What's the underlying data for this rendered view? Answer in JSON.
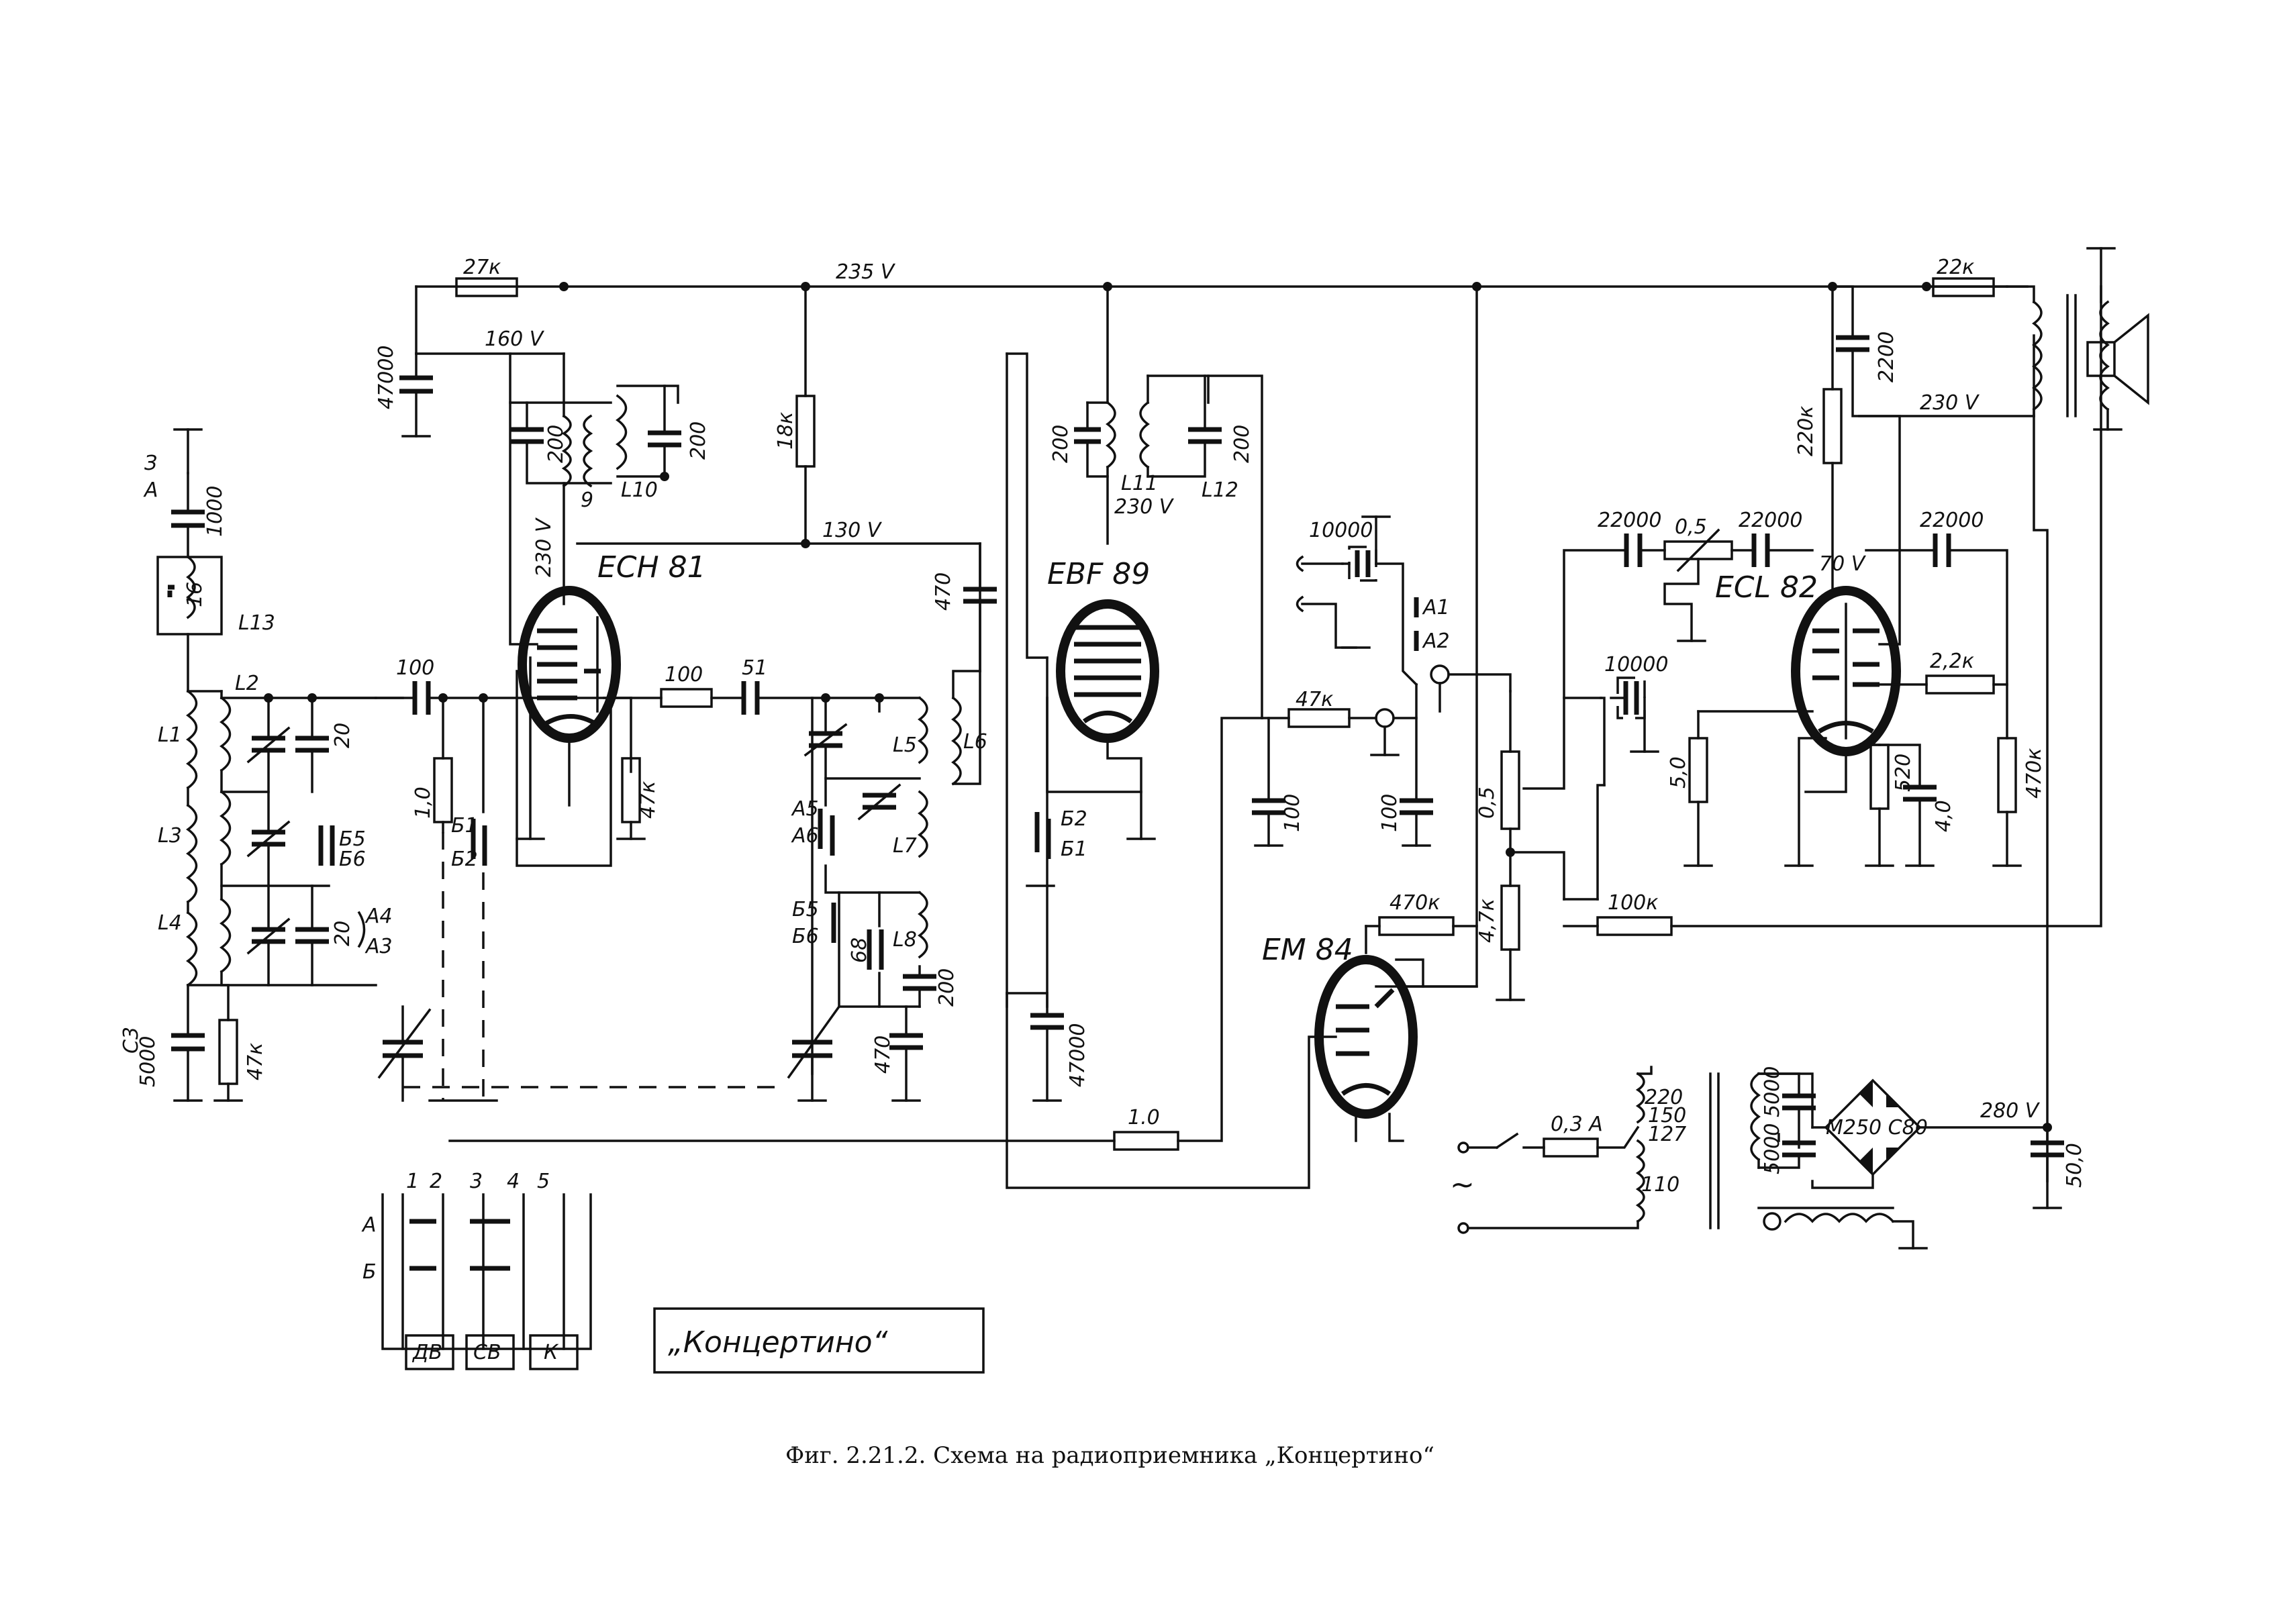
{
  "tubes": {
    "ech81": "ECH 81",
    "ebf89": "EBF 89",
    "ecl82": "ECL 82",
    "em84": "EM 84"
  },
  "voltages": {
    "v235": "235 V",
    "v160": "160 V",
    "v130": "130 V",
    "v230a": "230 V",
    "v230b": "230 V",
    "v230c": "230 V",
    "v70": "70 V",
    "v280": "280 V"
  },
  "resistors": {
    "r27k": "27к",
    "r18k": "18к",
    "r47k_a": "47к",
    "r47k_b": "47к",
    "r47k_c": "47к",
    "r10_a": "1,0",
    "r10_b": "1.0",
    "r100": "100",
    "r470k_em": "470к",
    "r47k_pot": "4,7к",
    "r100k": "100к",
    "r22k_a": "22к",
    "r22k_b": "2,2к",
    "r220k": "220к",
    "r470k_b": "470к",
    "r5_0": "5,0",
    "r520": "520",
    "pot05a": "0,5",
    "pot05b": "0,5"
  },
  "capacitors": {
    "c47000a": "47000",
    "c47000b": "47000",
    "c1000": "1000",
    "c16": "16",
    "c20a": "20",
    "c20b": "20",
    "c5000a": "5000",
    "c100a": "100",
    "c100b": "100",
    "c100c": "100",
    "c51": "51",
    "c470a": "470",
    "c470b": "470",
    "c68": "68",
    "c200a": "200",
    "c200b": "200",
    "c200c": "200",
    "c200d": "200",
    "c10000a": "10000",
    "c10000b": "10000",
    "c22000a": "22000",
    "c22000b": "22000",
    "c22000c": "22000",
    "c2200": "2200",
    "c4_0": "4,0",
    "c50_0": "50,0",
    "c5000b": "5000",
    "c5000c": "5000"
  },
  "coils": {
    "L1": "L1",
    "L2": "L2",
    "L3": "L3",
    "L4": "L4",
    "L5": "L5",
    "L6": "L6",
    "L7": "L7",
    "L8": "L8",
    "L10": "L10",
    "L11": "L11",
    "L12": "L12",
    "L13": "L13"
  },
  "switches": {
    "B1": "Б1",
    "B2": "Б2",
    "B5": "Б5",
    "B6": "Б6",
    "A1": "А1",
    "A2": "А2",
    "A3": "А3",
    "A4": "А4",
    "A5": "А5",
    "A6": "А6",
    "B2b": "Б2",
    "B1b": "Б1"
  },
  "inputs": {
    "antenna": "А",
    "ground": "З",
    "c3_label": "С3",
    "nine": "9"
  },
  "power": {
    "fuse": "0,3 А",
    "v220": "220",
    "v150": "150",
    "v127": "127",
    "v110": "110",
    "rectifier": "М250 С80",
    "ac": "~"
  },
  "switch_table": {
    "cols": [
      "1",
      "2",
      "3",
      "4",
      "5"
    ],
    "rows": [
      "А",
      "Б"
    ],
    "bands": [
      "ДВ",
      "СВ",
      "К"
    ]
  },
  "title_box": "„Концертино“",
  "caption": "Фиг. 2.21.2. Схема на радиоприемника „Концертино“"
}
